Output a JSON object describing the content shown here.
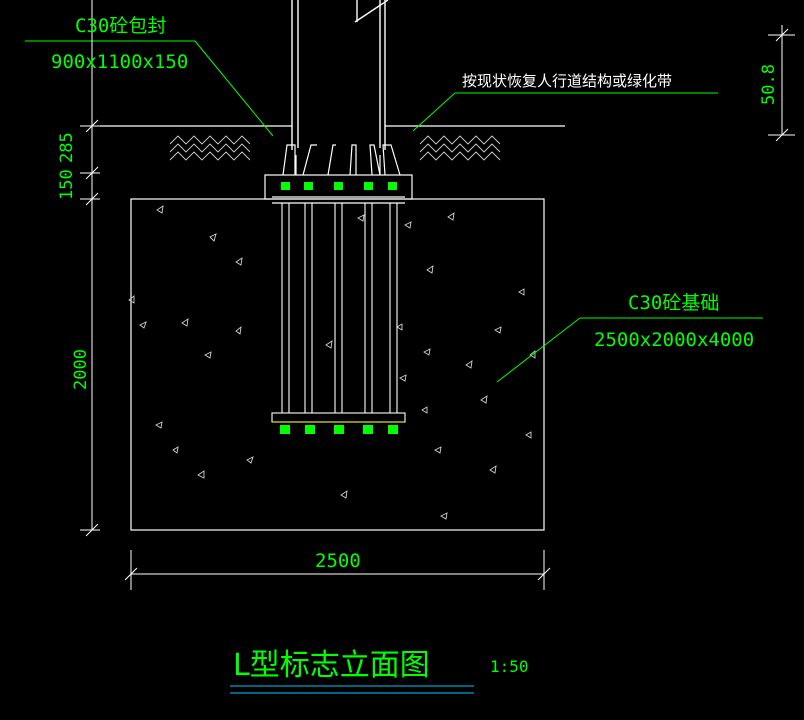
{
  "labels": {
    "encase_name": "C30砼包封",
    "encase_size": "900x1100x150",
    "restore_note": "按现状恢复人行道结构或绿化带",
    "foundation_name": "C30砼基础",
    "foundation_size": "2500x2000x4000",
    "title": "L型标志立面图",
    "scale": "1:50"
  },
  "dimensions": {
    "d285": "285",
    "d150": "150",
    "d2000": "2000",
    "d2500": "2500",
    "d508": "50.8"
  },
  "colors": {
    "line": "#ffffff",
    "dim": "#00ff00",
    "title_underline": "#00c8ff",
    "bolt": "#00ff00"
  }
}
